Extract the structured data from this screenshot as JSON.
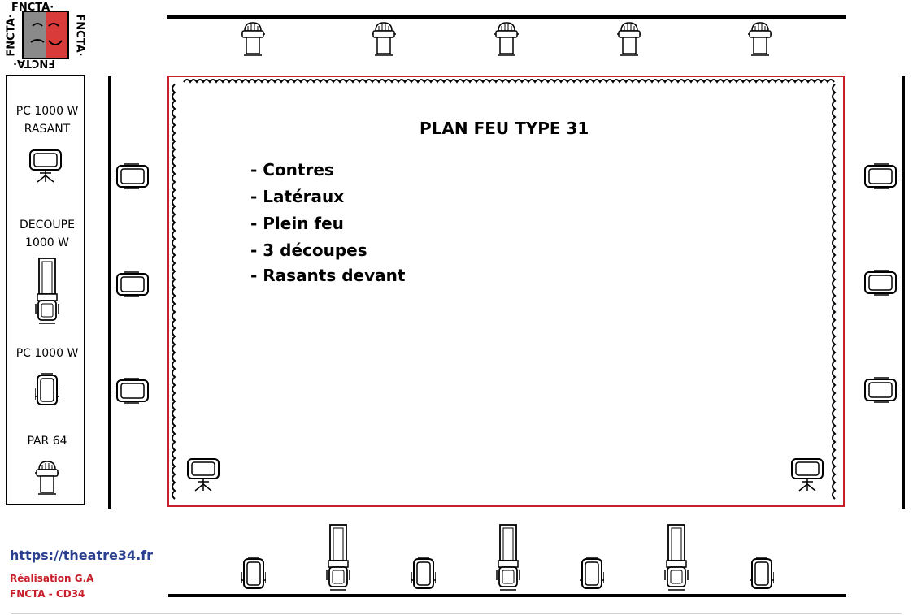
{
  "logo": {
    "text": "FNCTA·",
    "colors": {
      "red": "#d93a3a",
      "grey": "#8a8a8a"
    }
  },
  "legend": {
    "items": [
      {
        "label": "PC 1000 W\nRASANT",
        "icon": "pc-rasant-icon"
      },
      {
        "label": "DECOUPE\n1000 W",
        "icon": "decoupe-icon"
      },
      {
        "label": "PC 1000 W",
        "icon": "pc-icon"
      },
      {
        "label": "PAR 64",
        "icon": "par64-icon"
      }
    ]
  },
  "plan": {
    "title": "PLAN FEU TYPE 31",
    "items": [
      "- Contres",
      "- Latéraux",
      "- Plein feu",
      "- 3 découpes",
      "- Rasants devant"
    ]
  },
  "footer": {
    "link": "https://theatre34.fr",
    "credit_line1": "Réalisation G.A",
    "credit_line2": "FNCTA - CD34"
  },
  "colors": {
    "stage_border": "#c8202a",
    "link": "#2a3f8f",
    "credit": "#c8202a"
  }
}
